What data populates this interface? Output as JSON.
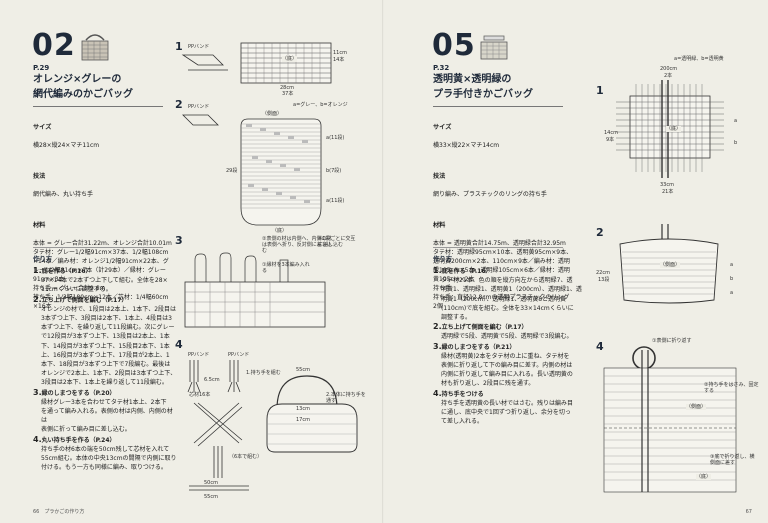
{
  "left": {
    "number": "02",
    "page_ref": "P.29",
    "title_line1": "オレンジ×グレーの",
    "title_line2": "網代編みのかごバッグ",
    "size_title": "サイズ",
    "size": "横28×縦24×マチ11cm",
    "technique_title": "技法",
    "technique": "網代編み、丸い持ち手",
    "materials_title": "材料",
    "materials": "本体 = グレー合計31.22m、オレンジ合計10.01m\nタテ材：グレー1/2幅91cm×37本、1/2幅108cm\n×14本／編み材：オレンジ1/2幅91cm×22本、グレー1/2幅91cm×7本（計29本）／縁材：グレー\n91cm×3本\n持ち手 = グレー合計9.6m\n持ち手：1/3幅180cm×12本／芯材：1/4幅60cm\n×16本",
    "howto_title": "作り方",
    "steps": [
      {
        "n": "1.",
        "h": "底を作る（P.16）",
        "b": "37×14本で2本ずつ上下して組む。全体を28×\n11cmくらいに調整する。"
      },
      {
        "n": "2.",
        "h": "立ち上げて側面を編む（P.17）",
        "b": "オレンジの材で、1段目は2本上、1本下、2段目は\n3本ずつ上下、3段目は2本下、1本上、4段目は3\n本ずつ上下、を繰り返して11段編む。次にグレー\nで12段目が3本ずつ上下、13段目は2本上、1本\n下、14段目が3本ずつ上下、15段目2本下、1本\n上、16段目が3本ずつ上下、17段目が2本上、1\n本下、18段目が3本ずつ上下で7段編む。最後は\nオレンジで2本上、1本下、2段目は3本ずつ上下、\n3段目は2本下、1本上を繰り返して11段編む。"
      },
      {
        "n": "3.",
        "h": "縁のしまつをする（P.20）",
        "b": "縁材グレー3本を合わせてタテ材1本上、2本下\nを通って編み入れる。表側の材は内側、内側の材は\n表側に折って編み目に差し込む。"
      },
      {
        "n": "4.",
        "h": "丸い持ち手を作る（P.24）",
        "b": "持ち手の材6本の端を50cm残して芯材を入れて\n55cm組む。本体の中央13cmの間隔で内側に取り\n付ける。もう一方も同様に編み、取りつける。"
      }
    ],
    "footer": "66　プラかごの作り方",
    "diagram": {
      "d1_label_pp": "PPバンド",
      "d1_label_floor": "（底）",
      "d1_dim_w": "28cm",
      "d1_dim_n": "37本",
      "d1_dim_h": "11cm",
      "d1_dim_h2": "14本",
      "d2_label_pp": "PPバンド",
      "d2_label_side": "（側面）",
      "d2_legend": "a=グレー、b=オレンジ",
      "d2_dim": "29段",
      "d2_a": "a(11段)",
      "d2_b": "b(7段)",
      "d2_a2": "a(11段)",
      "d2_floor": "（底）",
      "d3_note": "②表側の材は内側へ、内側の材は表側へ折り、反対側に差し込む",
      "d3_note2": "①縁材を3本編み入れる",
      "d3_note3": "※1段ごとに交互に差し込む",
      "d4_pp": "PPバンド",
      "d4_pp2": "PPバンド",
      "d4_core": "芯材16本",
      "d4_d": "6.5cm",
      "d4_a": "55cm",
      "d4_note1": "2.本体に持ち手を通す",
      "d4_note2": "1.持ち手を組む",
      "d4_13cm": "13cm",
      "d4_17cm": "17cm",
      "d4_55cm": "55cm",
      "d4_b": "（6本で組む）",
      "d4_c": "50cm"
    }
  },
  "right": {
    "number": "05",
    "page_ref": "P.32",
    "title_line1": "透明黄×透明緑の",
    "title_line2": "プラ手付きかごバッグ",
    "size_title": "サイズ",
    "size": "横33×縦22×マチ14cm",
    "technique_title": "技法",
    "technique": "網り編み、プラスチックのリングの持ち手",
    "materials_title": "材料",
    "materials": "本体 = 透明黄合計14.75m、透明緑合計32.95m\nタテ材：透明緑95cm×10本、透明黄95cm×9本、\n透明黄200cm×2本、110cm×9本／編み材：透明\n緑105cm×5本、透明緑105cm×6本／縁材：透明\n黄105cm×2本\n持ち手\n持ち手：直径12.8cmの透明プラスチックのリング\n2個",
    "howto_title": "作り方",
    "steps": [
      {
        "n": "1.",
        "h": "底を作る（P.16）",
        "b": "タテ材21本、色の順を縦方向左から透明緑7、透\n明黄1、透明緑1、透明黄1（200cm）、透明緑1、透\n明黄1（200cm）、透明緑1、透明黄8と透明黄\n(110cm)で底を組む。全体を33×14cmくらいに\n調整する。"
      },
      {
        "n": "2.",
        "h": "立ち上げて側面を編む（P.17）",
        "b": "透明緑で5段、透明黄で5段、透明緑で3段編む。"
      },
      {
        "n": "3.",
        "h": "縁のしまつをする（P.21）",
        "b": "縁材(透明黄)2本をタテ材の上に重ね、タテ材を\n表側に折り返して下の編み目に差す。内側の材は\n内側に折り返して編み目に入れる。長い透明黄の\n材も折り返し、2段目に残を通す。"
      },
      {
        "n": "4.",
        "h": "持ち手をつける",
        "b": "持ち手を透明黄の長い材ではさむ。残りは編み目\nに通し、底中央で1回ずつ折り返し、余分を切っ\nて差し入れる。"
      }
    ],
    "footer": "67",
    "diagram": {
      "legend": "a=透明緑、b=透明黄",
      "top_dim": "200cm",
      "top_dim2": "2本",
      "d1_floor": "（底）",
      "d1_left": "14cm",
      "d1_left2": "9本",
      "d1_bottom": "33cm",
      "d1_bottom2": "21本",
      "d2_side": "（側面）",
      "d2_left": "22cm",
      "d2_left2": "13段",
      "d4_note1": "①表側に折り返す",
      "d4_note2": "②持ち手をはさみ、固定する",
      "d4_note3": "③底で折り返し、横側面に差す",
      "d4_side": "（側面）",
      "d4_floor": "（底）"
    }
  }
}
